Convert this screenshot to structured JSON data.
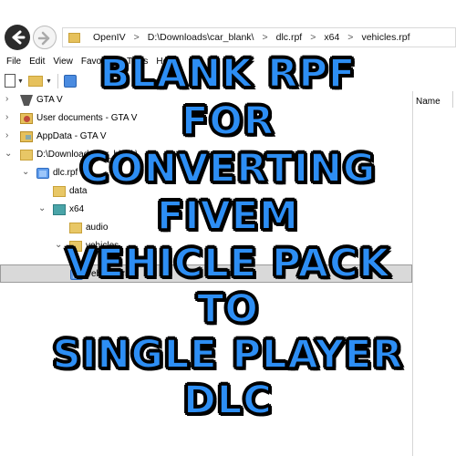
{
  "address_bar": {
    "crumbs": [
      "OpenIV",
      "D:\\Downloads\\car_blank\\",
      "dlc.rpf",
      "x64",
      "vehicles.rpf"
    ],
    "separator": ">"
  },
  "menu": [
    "File",
    "Edit",
    "View",
    "Favorites",
    "Tools",
    "Help"
  ],
  "tree": {
    "rows": [
      {
        "label": "GTA V",
        "expanded": false
      },
      {
        "label": "User documents - GTA V",
        "expanded": false
      },
      {
        "label": "AppData - GTA V",
        "expanded": false
      },
      {
        "label": "D:\\Downloads\\car_blank\\",
        "expanded": true
      },
      {
        "label": "dlc.rpf",
        "expanded": true
      },
      {
        "label": "data",
        "expanded": false
      },
      {
        "label": "x64",
        "expanded": true
      },
      {
        "label": "audio",
        "expanded": false
      },
      {
        "label": "vehicles",
        "expanded": true
      },
      {
        "label": "vehicles.rpf",
        "expanded": false,
        "selected": true
      }
    ]
  },
  "right_pane": {
    "column_name": "Name"
  },
  "overlay_title": {
    "lines": [
      "BLANK RPF",
      "FOR",
      "CONVERTING",
      "FIVEM",
      "VEHICLE PACK",
      "TO",
      "SINGLE PLAYER",
      "DLC"
    ],
    "fill_color": "#2d8ef4",
    "outline_color": "#000000"
  },
  "icons": {
    "back": "arrow-left-icon",
    "forward": "arrow-right-icon",
    "gta": "gta-icon",
    "folder": "folder-icon",
    "rpf": "rpf-archive-icon"
  }
}
